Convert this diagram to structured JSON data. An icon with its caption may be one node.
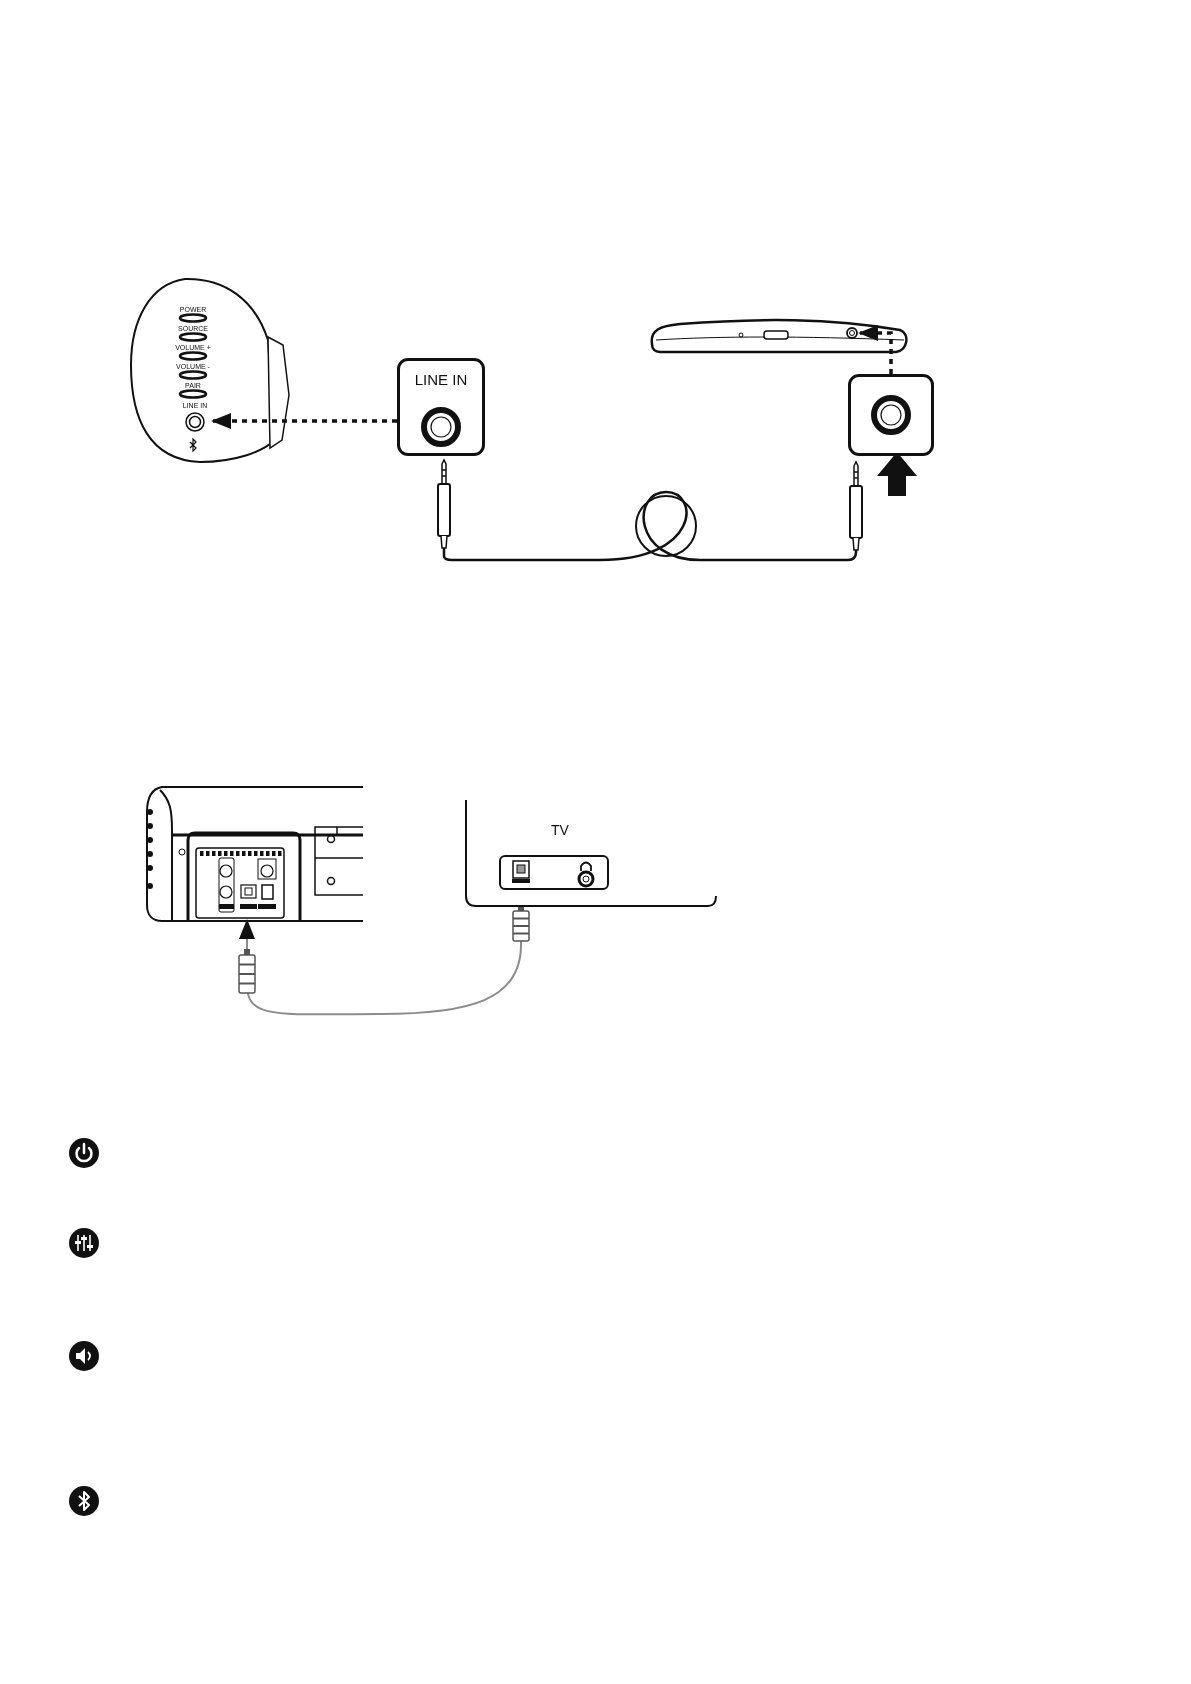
{
  "diagram": {
    "nodes": [
      {
        "text": [],
        "shape": "picture"
      },
      {
        "text": [
          "LINE IN"
        ]
      },
      {
        "text": [],
        "shape": "picture"
      },
      {
        "text": [],
        "shape": "box"
      },
      {
        "text": [],
        "shape": "picture"
      },
      {
        "text": [
          "TV"
        ]
      }
    ],
    "edges": [
      {
        "from": 1,
        "to": 0,
        "arrow": "to",
        "style": "dashed"
      },
      {
        "from": 3,
        "to": 2,
        "arrow": "to",
        "style": "dashed"
      },
      {
        "from": 5,
        "to": 4,
        "arrow": "to",
        "color": "#8c8c8c"
      }
    ],
    "labels": [
      "POWER",
      "SOURCE",
      "VOLUME +",
      "VOLUME -",
      "PAIR",
      "LINE IN"
    ]
  }
}
